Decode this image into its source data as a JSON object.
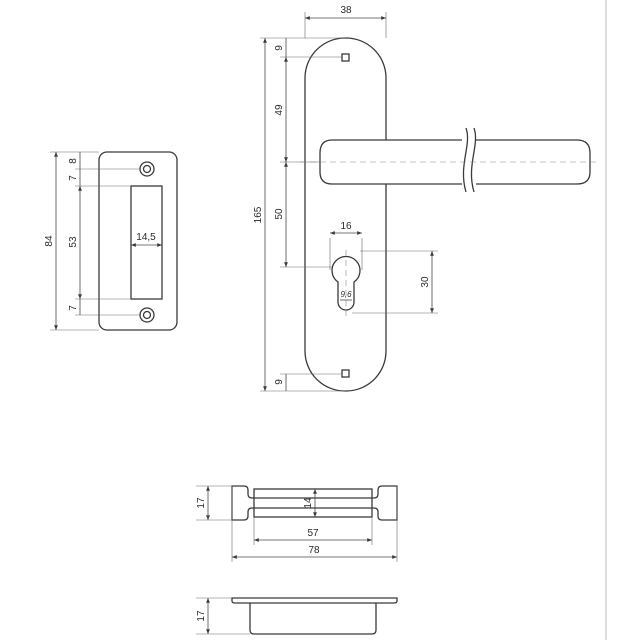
{
  "strike_plate": {
    "height": "84",
    "top_offset": "8",
    "screw_to_opening": "7",
    "opening_height": "53",
    "bottom_offset": "7",
    "opening_width": "14,5"
  },
  "handle": {
    "width": "38",
    "total_height": "165",
    "top_hole_offset": "9",
    "hole_to_lever": "49",
    "lever_to_cylinder": "50",
    "bottom_hole_offset": "9",
    "cylinder_width": "16",
    "cylinder_height": "30",
    "cylinder_small": "9,6"
  },
  "box_top": {
    "height": "17",
    "inner_height": "14",
    "inner_width": "57",
    "outer_width": "78"
  },
  "box_side": {
    "height": "17"
  }
}
